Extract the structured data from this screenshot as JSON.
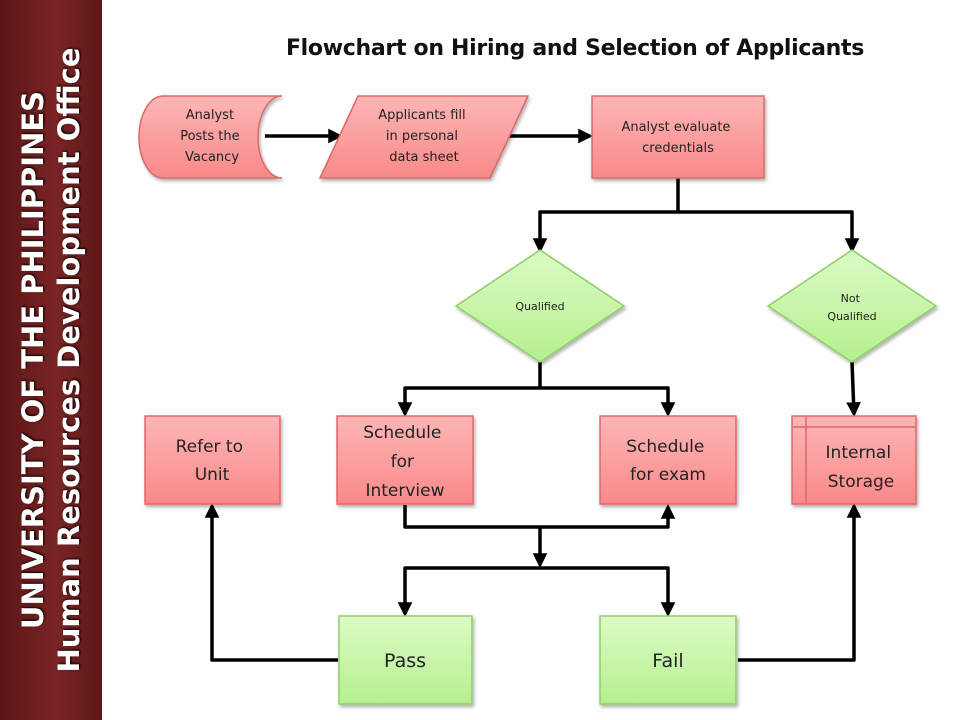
{
  "sidebar": {
    "line1": "UNIVERSITY OF THE PHILIPPINES",
    "line2": "Human Resources Development Office"
  },
  "title": "Flowchart on Hiring and Selection of Applicants",
  "nodes": {
    "analyst_posts": [
      "Analyst",
      "Posts the",
      "Vacancy"
    ],
    "applicants_fill": [
      "Applicants fill",
      "in personal",
      "data sheet"
    ],
    "analyst_evaluate": [
      "Analyst evaluate",
      "credentials"
    ],
    "qualified": [
      "Qualified"
    ],
    "not_qualified": [
      "Not",
      "Qualified"
    ],
    "refer_to_unit": [
      "Refer to",
      "Unit"
    ],
    "schedule_interview": [
      "Schedule",
      "for",
      "Interview"
    ],
    "schedule_exam": [
      "Schedule",
      "for exam"
    ],
    "internal_storage": [
      "Internal",
      "Storage"
    ],
    "pass": [
      "Pass"
    ],
    "fail": [
      "Fail"
    ]
  },
  "colors": {
    "red_fill": "#fc9a9a",
    "red_border": "#e06666",
    "green_fill": "#c6f5a8",
    "green_border": "#8ccf68",
    "sidebar": "#6b1e1e",
    "arrow": "#000000"
  }
}
